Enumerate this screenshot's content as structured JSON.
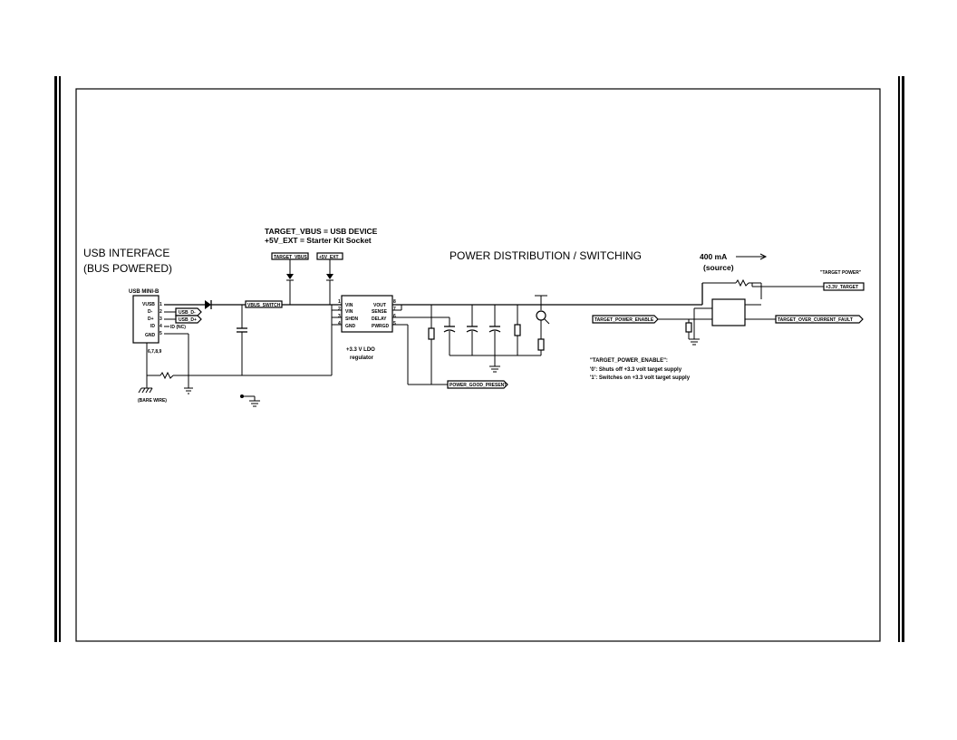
{
  "headings": {
    "usb_interface_1": "USB INTERFACE",
    "usb_interface_2": "(BUS POWERED)",
    "power_distribution": "POWER DISTRIBUTION / SWITCHING"
  },
  "notes": {
    "target_vbus": "TARGET_VBUS = USB DEVICE",
    "v5_ext": "+5V_EXT = Starter Kit Socket",
    "current": "400 mA",
    "source": "(source)",
    "target_power": "\"TARGET POWER\"",
    "enable_title": "\"TARGET_POWER_ENABLE\":",
    "enable_0": "'0': Shuts off +3.3 volt target supply",
    "enable_1": "'1': Switches on +3.3 volt target supply"
  },
  "usb": {
    "connector": "USB MINI-B",
    "pins": [
      {
        "num": "1",
        "name": "VUSB"
      },
      {
        "num": "2",
        "name": "D-"
      },
      {
        "num": "3",
        "name": "D+"
      },
      {
        "num": "4",
        "name": "ID (NC)"
      },
      {
        "num": "5",
        "name": "GND"
      }
    ],
    "shield_pins": "6,7,8,9",
    "bare_wire": "(BARE WIRE)"
  },
  "net_labels": {
    "usb_dm": "USB_D-",
    "usb_dp": "USB_D+",
    "vbus_switch": "VBUS_SWITCH",
    "target_vbus": "TARGET_VBUS",
    "v5_ext": "+5V_EXT",
    "power_good": "POWER_GOOD_PRESENT",
    "target_power_enable": "TARGET_POWER_ENABLE",
    "v33_target": "+3.3V_TARGET",
    "target_fault": "TARGET_OVER_CURRENT_FAULT"
  },
  "regulator": {
    "caption_1": "+3.3 V LDO",
    "caption_2": "regulator",
    "left_pins": [
      {
        "num": "1",
        "name": "VIN"
      },
      {
        "num": "2",
        "name": "VIN"
      },
      {
        "num": "3",
        "name": "SHDN"
      },
      {
        "num": "4",
        "name": "GND"
      }
    ],
    "right_pins": [
      {
        "num": "8",
        "name": "VOUT"
      },
      {
        "num": "7",
        "name": "SENSE"
      },
      {
        "num": "6",
        "name": "DELAY"
      },
      {
        "num": "5",
        "name": "PWRGD"
      }
    ]
  }
}
